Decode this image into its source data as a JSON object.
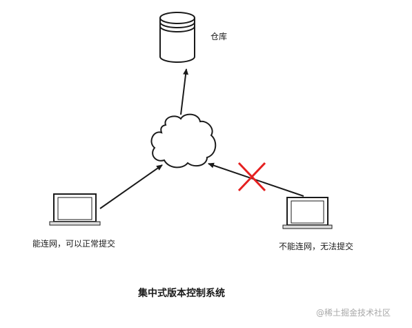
{
  "repository": {
    "label": "仓库"
  },
  "client_connected": {
    "label": "能连网，可以正常提交"
  },
  "client_disconnected": {
    "label": "不能连网，无法提交"
  },
  "title": "集中式版本控制系统",
  "watermark": "@稀土掘金技术社区",
  "colors": {
    "stroke": "#1a1a1a",
    "cross": "#e52020",
    "screen": "#ffffff",
    "base": "#dcdcdc"
  },
  "icons": [
    "database-icon",
    "cloud-icon",
    "laptop-icon",
    "cross-icon"
  ]
}
